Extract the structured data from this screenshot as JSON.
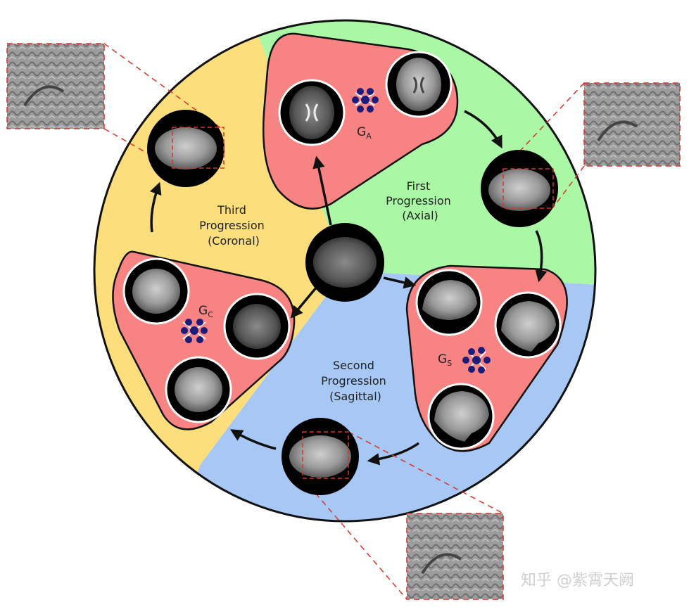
{
  "sectors": {
    "first": {
      "line1": "First",
      "line2": "Progression",
      "line3": "(Axial)",
      "color": "#aaf7a5"
    },
    "second": {
      "line1": "Second",
      "line2": "Progression",
      "line3": "(Sagittal)",
      "color": "#a7c8f5"
    },
    "third": {
      "line1": "Third",
      "line2": "Progression",
      "line3": "(Coronal)",
      "color": "#fcdf7c"
    }
  },
  "groups": {
    "axial": {
      "main": "G",
      "sub": "A",
      "color": "#f78383"
    },
    "sagittal": {
      "main": "G",
      "sub": "S",
      "color": "#f78383"
    },
    "coronal": {
      "main": "G",
      "sub": "C",
      "color": "#f78383"
    }
  },
  "watermark": "知乎 @紫霄天阙",
  "colors": {
    "outline": "#111111",
    "zoom_box": "#d9342b",
    "node": "#1c1d7a"
  }
}
